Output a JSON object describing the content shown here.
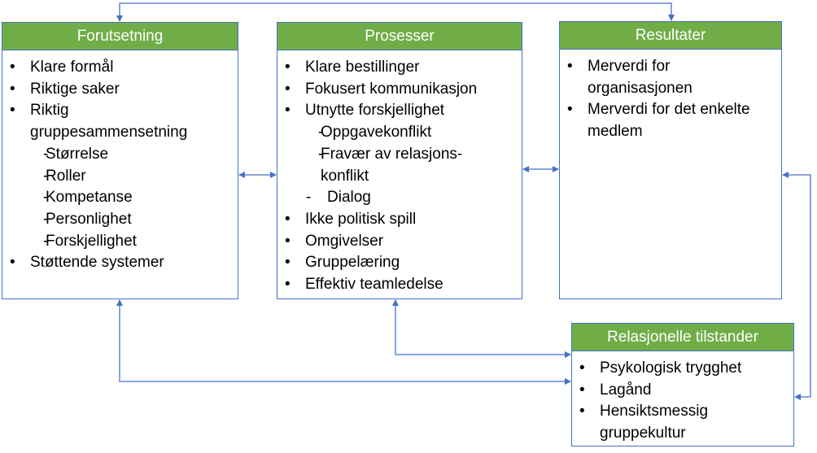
{
  "boxes": {
    "forutsetning": {
      "title": "Forutsetning",
      "items": [
        {
          "text": "Klare formål",
          "level": 1
        },
        {
          "text": "Riktige saker",
          "level": 1
        },
        {
          "text": "Riktig gruppesammensetning",
          "level": 1
        },
        {
          "text": "Størrelse",
          "level": 2
        },
        {
          "text": "Roller",
          "level": 2
        },
        {
          "text": "Kompetanse",
          "level": 2
        },
        {
          "text": "Personlighet",
          "level": 2
        },
        {
          "text": "Forskjellighet",
          "level": 2
        },
        {
          "text": "Støttende systemer",
          "level": 1
        }
      ]
    },
    "prosesser": {
      "title": "Prosesser",
      "items": [
        {
          "text": "Klare bestillinger",
          "level": 1
        },
        {
          "text": "Fokusert kommunikasjon",
          "level": 1
        },
        {
          "text": "Utnytte forskjellighet",
          "level": 1
        },
        {
          "text": "Oppgavekonflikt",
          "level": 2
        },
        {
          "text": "Fravær av  relasjons-konflikt",
          "level": 2
        },
        {
          "text": "Dialog",
          "level": 3
        },
        {
          "text": "Ikke politisk spill",
          "level": 1
        },
        {
          "text": "Omgivelser",
          "level": 1
        },
        {
          "text": "Gruppelæring",
          "level": 1
        },
        {
          "text": "Effektiv teamledelse",
          "level": 1
        }
      ]
    },
    "resultater": {
      "title": "Resultater",
      "items": [
        {
          "text": "Merverdi for organisasjonen",
          "level": 1
        },
        {
          "text": "Merverdi for det enkelte medlem",
          "level": 1
        }
      ]
    },
    "relasjonelle": {
      "title": "Relasjonelle tilstander",
      "items": [
        {
          "text": "Psykologisk trygghet",
          "level": 1
        },
        {
          "text": "Lagånd",
          "level": 1
        },
        {
          "text": "Hensiktsmessig gruppekultur",
          "level": 1
        }
      ]
    }
  },
  "colors": {
    "header": "#70ad47",
    "border": "#4472c4",
    "arrow": "#4472c4"
  }
}
